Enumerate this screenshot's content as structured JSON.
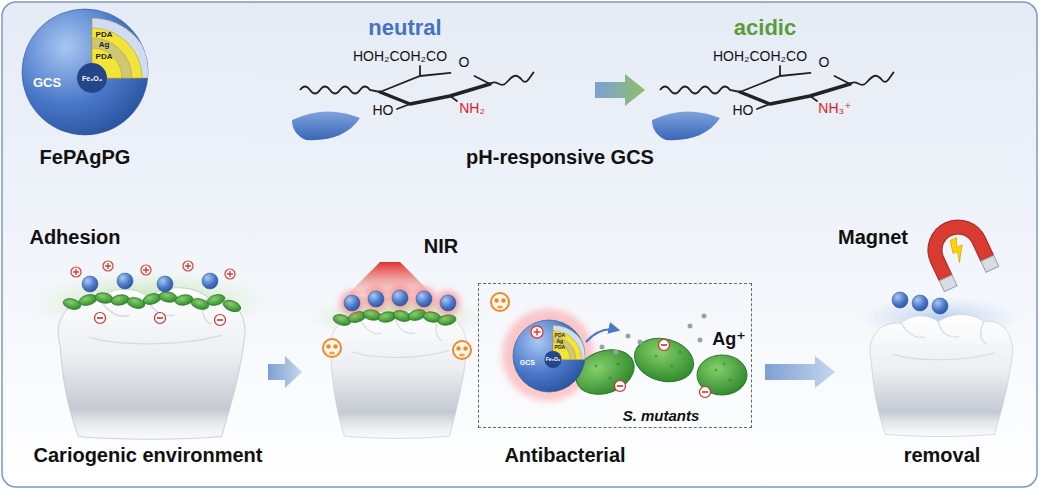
{
  "diagram": {
    "nodes": [
      {
        "text": [
          "GCS",
          "PDA",
          "Ag",
          "PDA",
          "Fe₃O₄",
          "FePAgPG"
        ]
      },
      {
        "text": [
          "neutral",
          "HOH₂COH₂CO",
          "O",
          "HO",
          "NH₂"
        ]
      },
      {
        "text": [
          "acidic",
          "HOH₂COH₂CO",
          "O",
          "HO",
          "NH₃⁺"
        ]
      },
      {
        "text": [
          "Adhesion",
          "Cariogenic environment"
        ]
      },
      {
        "text": [
          "Antibacterial"
        ]
      },
      {
        "text": [
          "Ag⁺",
          "S. mutants"
        ],
        "in": 4
      },
      {
        "text": [
          "GCS",
          "PDA",
          "Ag",
          "PDA",
          "Fe₃O₄"
        ],
        "in": 5
      },
      {
        "text": [
          "Magnet",
          "removal"
        ]
      }
    ],
    "edges": [
      {
        "from": 1,
        "to": 2,
        "arrow": "to"
      },
      {
        "from": 3,
        "to": 4,
        "arrow": "to"
      },
      {
        "from": 4,
        "to": 7,
        "arrow": "to"
      }
    ],
    "labels": [
      "pH-responsive GCS",
      "NIR"
    ]
  }
}
